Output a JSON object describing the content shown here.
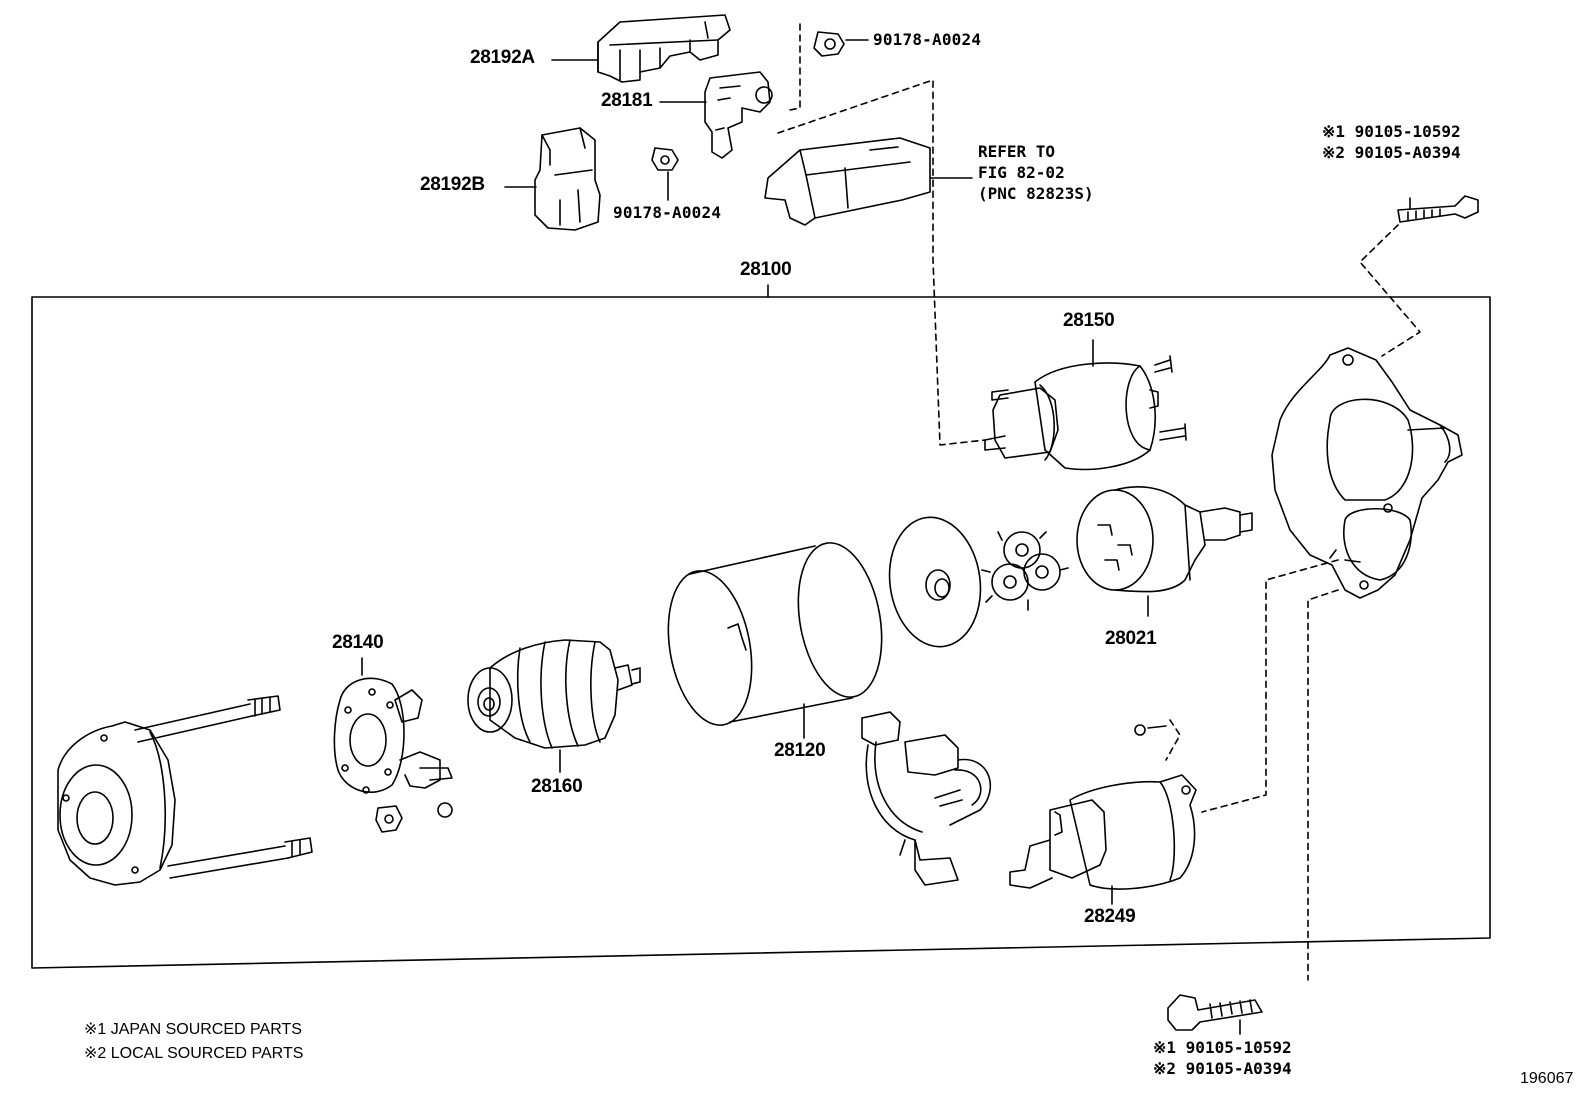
{
  "diagram": {
    "labels": {
      "p28192a": "28192A",
      "p28181": "28181",
      "p28192b": "28192B",
      "nut_top": "90178-A0024",
      "nut_mid": "90178-A0024",
      "p28100": "28100",
      "p28150": "28150",
      "p28021": "28021",
      "p28140": "28140",
      "p28160": "28160",
      "p28120": "28120",
      "p28249": "28249"
    },
    "refer": [
      "REFER TO",
      "FIG 82-02",
      "(PNC 82823S)"
    ],
    "bolt_top": [
      "※1 90105-10592",
      "※2 90105-A0394"
    ],
    "bolt_bottom": [
      "※1 90105-10592",
      "※2 90105-A0394"
    ],
    "notes": [
      "※1 JAPAN SOURCED PARTS",
      "※2 LOCAL SOURCED PARTS"
    ],
    "figure_id": "196067"
  }
}
